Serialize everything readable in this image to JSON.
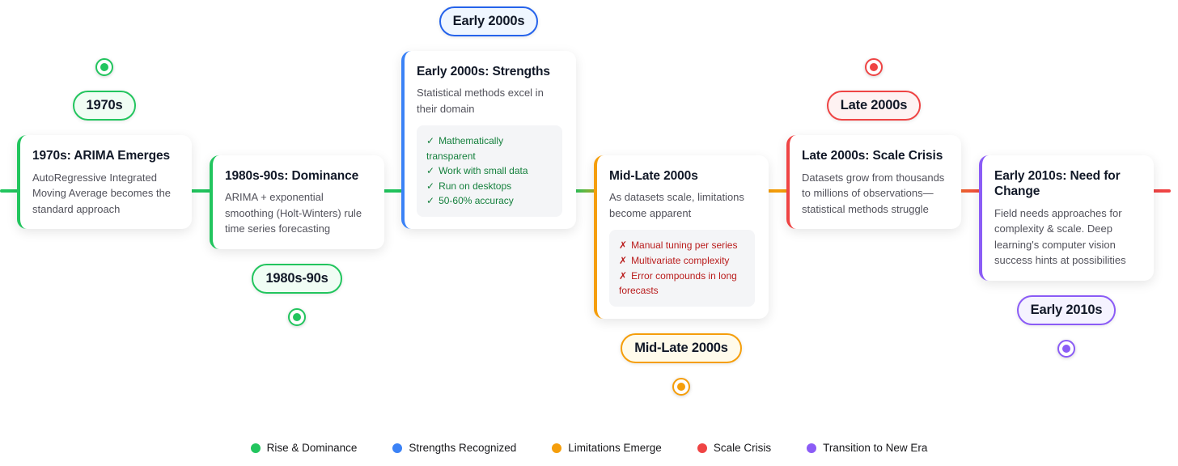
{
  "icons": {
    "check": "✓",
    "cross": "✗"
  },
  "timeline": {
    "line_gradient_colors": [
      "#22c55e",
      "#f59e0b",
      "#ef4444"
    ],
    "nodes": [
      {
        "era": "1970s",
        "side": "above",
        "color": "#22c55e",
        "pill": "1970s",
        "title": "1970s: ARIMA Emerges",
        "description": "AutoRegressive Integrated Moving Average becomes the standard approach"
      },
      {
        "era": "1980s-90s",
        "side": "below",
        "color": "#22c55e",
        "pill": "1980s-90s",
        "title": "1980s-90s: Dominance",
        "description": "ARIMA + exponential smoothing (Holt-Winters) rule time series forecasting"
      },
      {
        "era": "Early 2000s",
        "side": "above",
        "color": "#2563eb",
        "pill": "Early 2000s",
        "title": "Early 2000s: Strengths",
        "description": "Statistical methods excel in their domain",
        "pros": [
          "Mathematically transparent",
          "Work with small data",
          "Run on desktops",
          "50-60% accuracy"
        ]
      },
      {
        "era": "Mid-Late 2000s",
        "side": "below",
        "color": "#f59e0b",
        "pill": "Mid-Late 2000s",
        "title": "Mid-Late 2000s",
        "description": "As datasets scale, limitations become apparent",
        "cons": [
          "Manual tuning per series",
          "Multivariate complexity",
          "Error compounds in long forecasts"
        ]
      },
      {
        "era": "Late 2000s",
        "side": "above",
        "color": "#ef4444",
        "pill": "Late 2000s",
        "title": "Late 2000s: Scale Crisis",
        "description": "Datasets grow from thousands to millions of observations—statistical methods struggle"
      },
      {
        "era": "Early 2010s",
        "side": "below",
        "color": "#8b5cf6",
        "pill": "Early 2010s",
        "title": "Early 2010s: Need for Change",
        "description": "Field needs approaches for complexity & scale. Deep learning's computer vision success hints at possibilities"
      }
    ]
  },
  "legend": {
    "items": [
      {
        "label": "Rise & Dominance",
        "color": "#22c55e"
      },
      {
        "label": "Strengths Recognized",
        "color": "#3b82f6"
      },
      {
        "label": "Limitations Emerge",
        "color": "#f59e0b"
      },
      {
        "label": "Scale Crisis",
        "color": "#ef4444"
      },
      {
        "label": "Transition to New Era",
        "color": "#8b5cf6"
      }
    ]
  }
}
